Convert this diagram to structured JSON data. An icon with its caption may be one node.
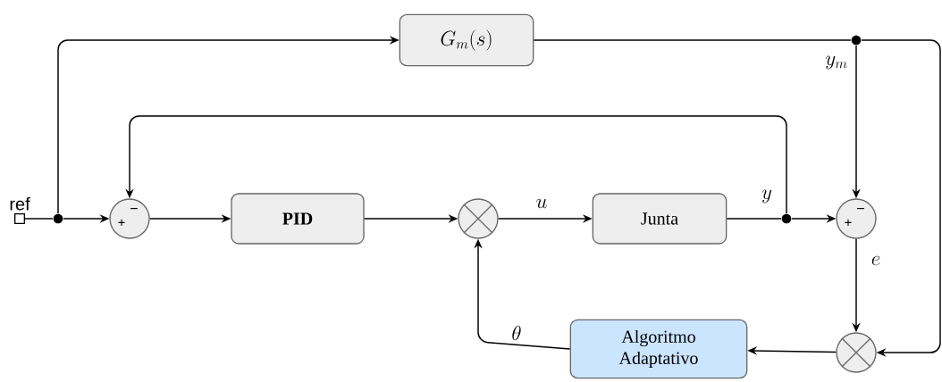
{
  "diagram": {
    "nodes": [
      {
        "text": [
          "ref"
        ]
      },
      {
        "text": [],
        "shape": "dot"
      },
      {
        "text": [
          "+",
          "−"
        ]
      },
      {
        "text": [
          "PID"
        ]
      },
      {
        "text": [],
        "shape": "circle"
      },
      {
        "text": [
          "Junta"
        ]
      },
      {
        "text": [],
        "shape": "dot"
      },
      {
        "text": [
          "+",
          "−"
        ]
      },
      {
        "text": [],
        "shape": "circle"
      },
      {
        "text": [
          "Algoritmo Adaptativo"
        ]
      },
      {
        "text": [
          "G_m(s)"
        ]
      },
      {
        "text": [],
        "shape": "dot"
      }
    ],
    "edges": [
      {
        "from": 0,
        "to": 1,
        "arrow": "none"
      },
      {
        "from": 1,
        "to": 2,
        "arrow": "to"
      },
      {
        "from": 1,
        "to": 10,
        "arrow": "to"
      },
      {
        "from": 2,
        "to": 3,
        "arrow": "to"
      },
      {
        "from": 3,
        "to": 4,
        "arrow": "to"
      },
      {
        "from": 4,
        "to": 5,
        "arrow": "to",
        "label": "u"
      },
      {
        "from": 5,
        "to": 6,
        "arrow": "none",
        "label": "y"
      },
      {
        "from": 6,
        "to": 7,
        "arrow": "to"
      },
      {
        "from": 6,
        "to": 2,
        "arrow": "to"
      },
      {
        "from": 10,
        "to": 11,
        "arrow": "none"
      },
      {
        "from": 11,
        "to": 7,
        "arrow": "to",
        "label": "y_m"
      },
      {
        "from": 11,
        "to": 8,
        "arrow": "to"
      },
      {
        "from": 7,
        "to": 8,
        "arrow": "to",
        "label": "e"
      },
      {
        "from": 8,
        "to": 9,
        "arrow": "to"
      },
      {
        "from": 9,
        "to": 4,
        "arrow": "to",
        "label": "\\theta"
      }
    ]
  }
}
